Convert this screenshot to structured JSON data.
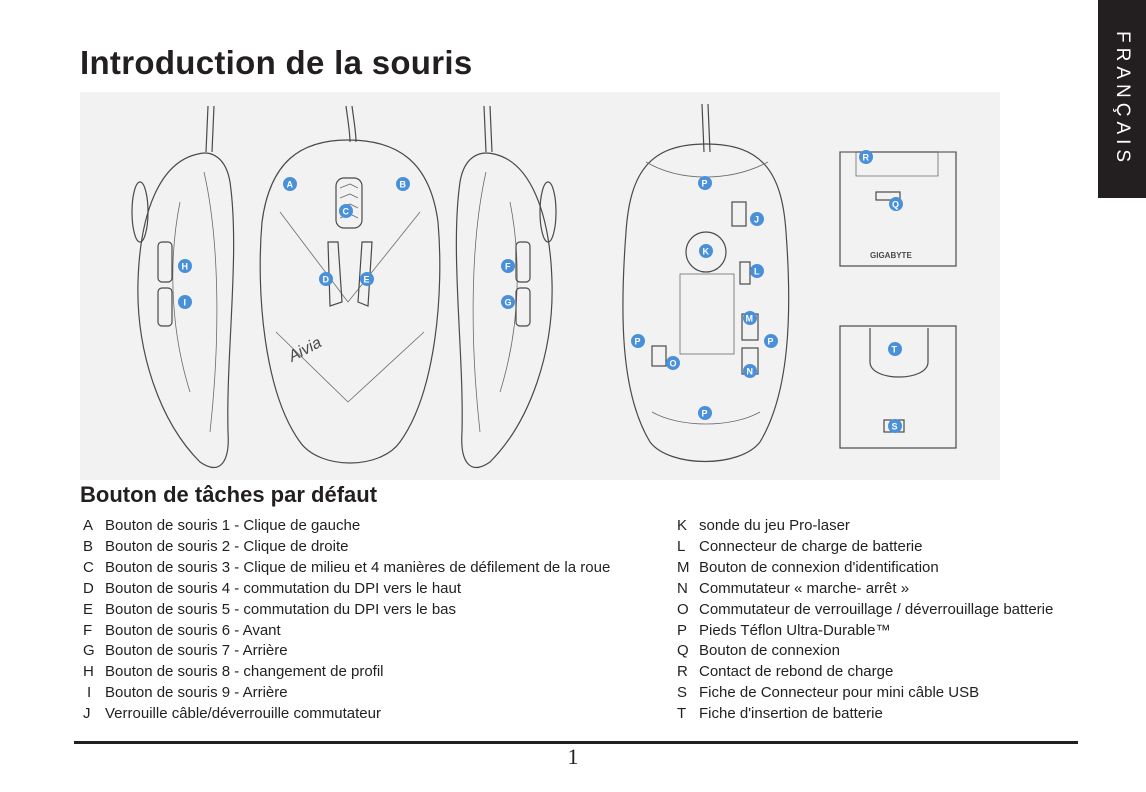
{
  "language_tab": "FRANÇAIS",
  "title": "Introduction de la souris",
  "subtitle": "Bouton de tâches par défaut",
  "figure": {
    "mouse_text": "Aivia",
    "dock_text": "GIGABYTE",
    "badges": [
      "A",
      "B",
      "C",
      "D",
      "E",
      "F",
      "G",
      "H",
      "I",
      "J",
      "K",
      "L",
      "M",
      "N",
      "O",
      "P",
      "Q",
      "R",
      "S",
      "T"
    ]
  },
  "items_left": [
    {
      "letter": "A",
      "text": "Bouton de souris 1 - Clique de gauche"
    },
    {
      "letter": "B",
      "text": "Bouton de souris 2 - Clique de droite"
    },
    {
      "letter": "C",
      "text": "Bouton de souris 3 - Clique de milieu et 4 manières de défilement de la roue"
    },
    {
      "letter": "D",
      "text": "Bouton de souris 4 - commutation du DPI vers le haut"
    },
    {
      "letter": "E",
      "text": "Bouton de souris 5 - commutation du DPI vers le bas"
    },
    {
      "letter": "F",
      "text": "Bouton de souris 6 - Avant"
    },
    {
      "letter": "G",
      "text": "Bouton de souris 7 - Arrière"
    },
    {
      "letter": "H",
      "text": "Bouton de souris 8 - changement de profil"
    },
    {
      "letter": "I",
      "text": "Bouton de souris 9 - Arrière"
    },
    {
      "letter": "J",
      "text": "Verrouille câble/déverrouille commutateur"
    }
  ],
  "items_right": [
    {
      "letter": "K",
      "text": "sonde du jeu Pro-laser"
    },
    {
      "letter": "L",
      "text": "Connecteur de charge de batterie"
    },
    {
      "letter": "M",
      "text": "Bouton de connexion d'identification"
    },
    {
      "letter": "N",
      "text": "Commutateur «  marche- arrêt »"
    },
    {
      "letter": "O",
      "text": "Commutateur de verrouillage / déverrouillage batterie"
    },
    {
      "letter": "P",
      "text": "Pieds Téflon Ultra-Durable™"
    },
    {
      "letter": "Q",
      "text": "Bouton de connexion"
    },
    {
      "letter": "R",
      "text": "Contact de rebond de charge"
    },
    {
      "letter": "S",
      "text": "Fiche de Connecteur pour mini câble USB"
    },
    {
      "letter": "T",
      "text": "Fiche d'insertion de batterie"
    }
  ],
  "page_number": "1",
  "colors": {
    "badge": "#4a90d9",
    "tab_bg": "#231f20",
    "figure_bg": "#f2f2f2"
  }
}
